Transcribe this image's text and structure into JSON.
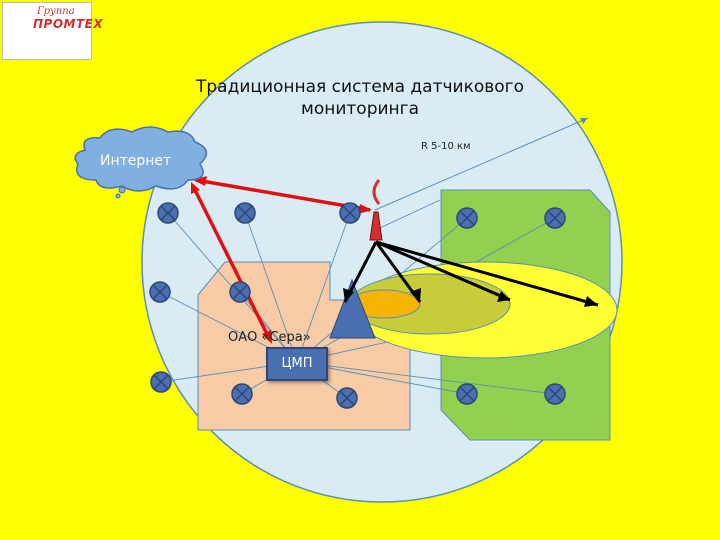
{
  "logo": {
    "script_text": "Группа",
    "brand_text": "ПРОМТЕХ"
  },
  "diagram": {
    "title_line1": "Традиционная система датчикового",
    "title_line2": "мониторинга",
    "radius_label": "R 5-10 км",
    "internet_label": "Интернет",
    "plant_label": "ОАО «Сера»",
    "control_center_label": "ЦМП",
    "signal_symbol": "("
  },
  "colors": {
    "background": "#ffff00",
    "zone_circle": "#d9ecf4",
    "plant_area": "#f7cba6",
    "field_area": "#92d050",
    "link_red": "#e01010",
    "link_black": "#000000",
    "sensor_fill": "#4a6fb0",
    "control_center": "#4a6fb0",
    "cloud": "#7fb0e0",
    "plume_outer": "#ffff33",
    "plume_mid": "#c9cc3a",
    "plume_inner": "#f5b400"
  }
}
